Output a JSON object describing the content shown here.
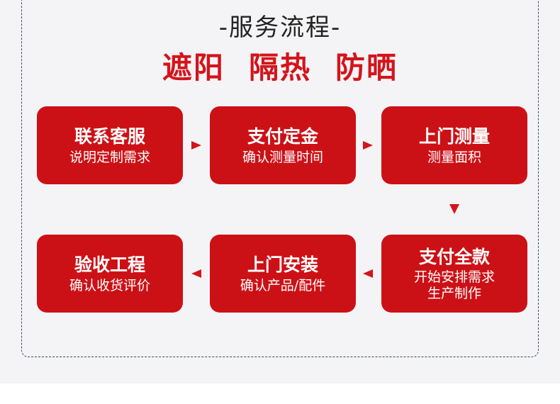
{
  "header": {
    "title": "-服务流程-",
    "tagline": [
      "遮阳",
      "隔热",
      "防晒"
    ]
  },
  "steps": [
    {
      "title": "联系客服",
      "sub": "说明定制需求"
    },
    {
      "title": "支付定金",
      "sub": "确认测量时间"
    },
    {
      "title": "上门测量",
      "sub": "测量面积"
    },
    {
      "title": "支付全款",
      "sub": "开始安排需求",
      "sub2": "生产制作"
    },
    {
      "title": "上门安装",
      "sub": "确认产品/配件"
    },
    {
      "title": "验收工程",
      "sub": "确认收货评价"
    }
  ],
  "colors": {
    "accent": "#cc1116",
    "frame": "#3c4a66"
  },
  "icons": [
    "arrow-right-icon",
    "arrow-down-icon",
    "arrow-left-icon"
  ]
}
